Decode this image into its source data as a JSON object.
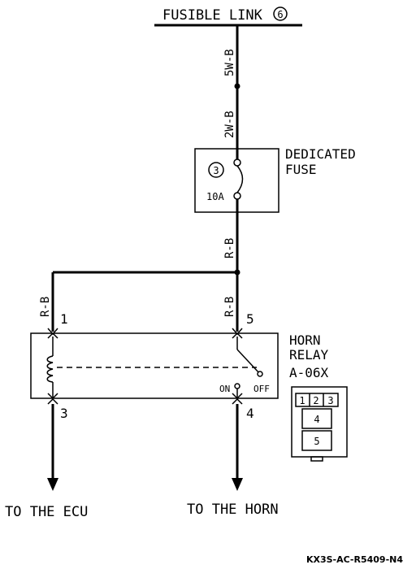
{
  "diagram": {
    "title": "FUSIBLE LINK",
    "title_number": "6",
    "wires": {
      "top": "5W-B",
      "fuse_in": "2W-B",
      "fuse_out": "R-B",
      "relay_left": "R-B",
      "relay_right": "R-B"
    },
    "fuse": {
      "label_line1": "DEDICATED",
      "label_line2": "FUSE",
      "number": "3",
      "rating": "10A"
    },
    "relay": {
      "label_line1": "HORN",
      "label_line2": "RELAY",
      "code": "A-06X",
      "pin_1": "1",
      "pin_3": "3",
      "pin_4": "4",
      "pin_5": "5",
      "on_label": "ON",
      "off_label": "OFF"
    },
    "connector": {
      "cells_top": [
        "1",
        "2",
        "3"
      ],
      "cell_mid": "4",
      "cell_bottom": "5"
    },
    "outputs": {
      "left": "TO THE ECU",
      "right": "TO THE HORN"
    },
    "footer_code": "KX3S-AC-R5409-N4"
  }
}
